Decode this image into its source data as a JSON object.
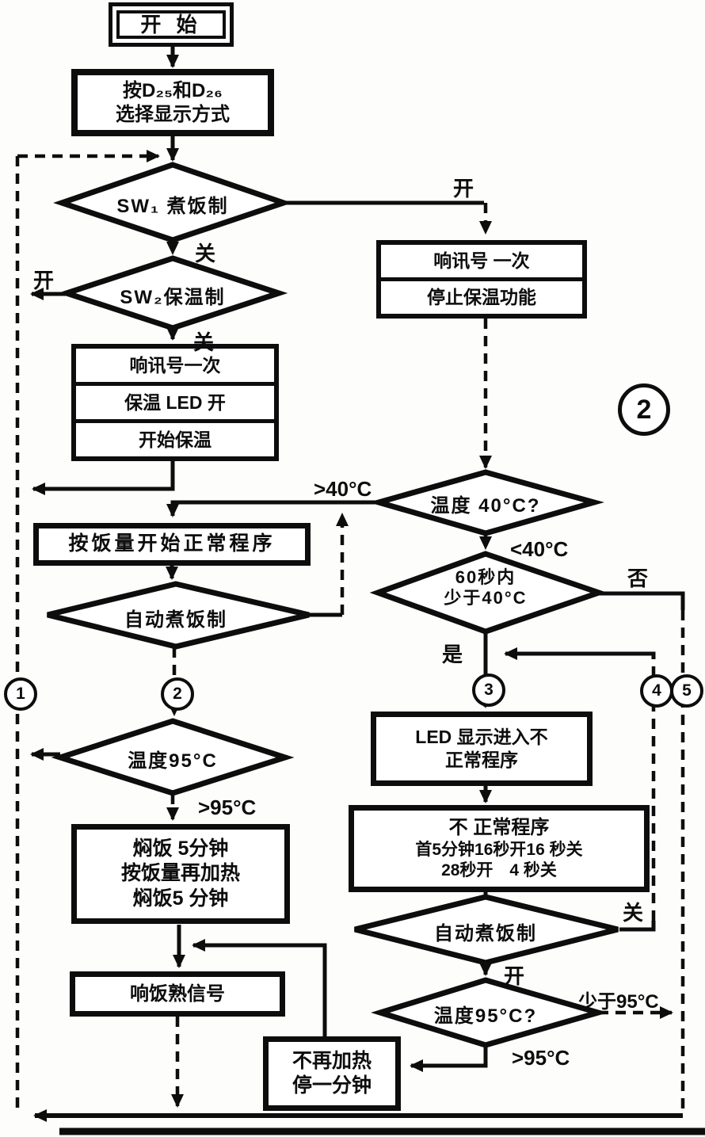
{
  "figure_label": "2",
  "connectors": {
    "c1": "1",
    "c2": "2",
    "c3": "3",
    "c4": "4",
    "c5": "5"
  },
  "nodes": {
    "start": {
      "label": "开  始"
    },
    "select_display": {
      "line1": "按D₂₅和D₂₆",
      "line2": "选择显示方式"
    },
    "sw1": {
      "label": "SW₁ 煮饭制",
      "on": "开",
      "off": "关"
    },
    "sw2": {
      "label": "SW₂保温制",
      "on": "开",
      "off": "关"
    },
    "start_warm": {
      "rows": [
        "响讯号一次",
        "保温 LED 开",
        "开始保温"
      ]
    },
    "stop_warm": {
      "rows": [
        "响讯号 一次",
        "停止保温功能"
      ]
    },
    "temp40": {
      "label": "温度 40°C?",
      "gt": ">40°C",
      "lt": "<40°C"
    },
    "within60": {
      "line1": "60秒内",
      "line2": "少于40°C",
      "no": "否",
      "yes": "是"
    },
    "normal_program": {
      "label": "按饭量开始正常程序"
    },
    "auto_cook_left": {
      "label": "自动煮饭制"
    },
    "temp95_left": {
      "label": "温度95°C",
      "gt": ">95°C"
    },
    "simmer": {
      "rows": [
        "焖饭 5分钟",
        "按饭量再加热",
        "焖饭5 分钟"
      ]
    },
    "rice_done": {
      "label": "响饭熟信号"
    },
    "led_abnormal": {
      "line1": "LED 显示进入不",
      "line2": "正常程序"
    },
    "abnormal_program": {
      "rows": [
        "不 正常程序",
        "首5分钟16秒开16 秒关",
        "28秒开　4 秒关"
      ]
    },
    "auto_cook_right": {
      "label": "自动煮饭制",
      "off": "关",
      "on": "开"
    },
    "temp95_right": {
      "label": "温度95°C?",
      "lt": "少于95°C",
      "gt": ">95°C"
    },
    "no_reheat": {
      "line1": "不再加热",
      "line2": "停一分钟"
    }
  }
}
